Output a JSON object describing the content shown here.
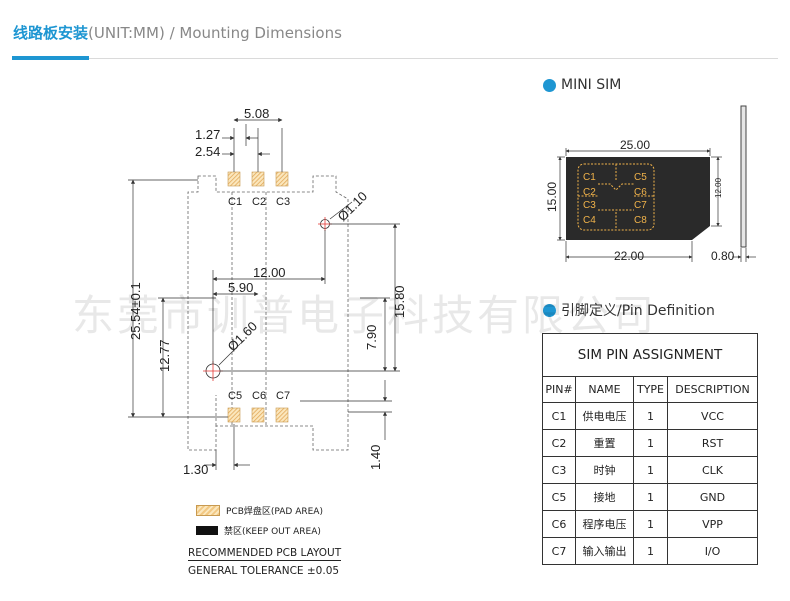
{
  "header": {
    "title_cn": "线路板安装",
    "title_en": "(UNIT:MM) / Mounting Dimensions"
  },
  "watermark": "东莞市训普电子科技有限公司",
  "colors": {
    "accent": "#1e96d2",
    "pad_fill": "#f2c883",
    "pad_border": "#c89a50",
    "crosshair": "#e53935"
  },
  "layout_drawing": {
    "dimensions": {
      "pitch_total": "5.08",
      "pitch_half": "1.27",
      "pitch": "2.54",
      "hole_small": "Ø1.10",
      "hole_large": "Ø1.60",
      "hole_spacing": "12.00",
      "hole_offset_x": "5.90",
      "height_total": "25.54±0.1",
      "height_lower": "12.77",
      "height_right": "15.80",
      "height_right_lower": "7.90",
      "bottom_offset_y": "1.40",
      "bottom_offset_x": "1.30"
    },
    "pad_labels_top": [
      "C1",
      "C2",
      "C3"
    ],
    "pad_labels_bottom": [
      "C5",
      "C6",
      "C7"
    ]
  },
  "legend": {
    "pad_area": "PCB焊盘区(PAD AREA)",
    "keep_out": "禁区(KEEP OUT AREA)"
  },
  "notes": {
    "layout": "RECOMMENDED PCB LAYOUT",
    "tolerance": "GENERAL TOLERANCE ±0.05"
  },
  "mini_sim": {
    "title": "MINI SIM",
    "width": "25.00",
    "height": "15.00",
    "chip_width": "22.00",
    "chip_height": "12.00",
    "thickness": "0.80",
    "contacts": [
      "C1",
      "C2",
      "C3",
      "C4",
      "C5",
      "C6",
      "C7",
      "C8"
    ]
  },
  "pin_definition": {
    "title": "引脚定义/Pin Definition",
    "table_title": "SIM PIN ASSIGNMENT",
    "headers": [
      "PIN#",
      "NAME",
      "TYPE",
      "DESCRIPTION"
    ],
    "rows": [
      [
        "C1",
        "供电电压",
        "1",
        "VCC"
      ],
      [
        "C2",
        "重置",
        "1",
        "RST"
      ],
      [
        "C3",
        "时钟",
        "1",
        "CLK"
      ],
      [
        "C5",
        "接地",
        "1",
        "GND"
      ],
      [
        "C6",
        "程序电压",
        "1",
        "VPP"
      ],
      [
        "C7",
        "输入输出",
        "1",
        "I/O"
      ]
    ]
  }
}
